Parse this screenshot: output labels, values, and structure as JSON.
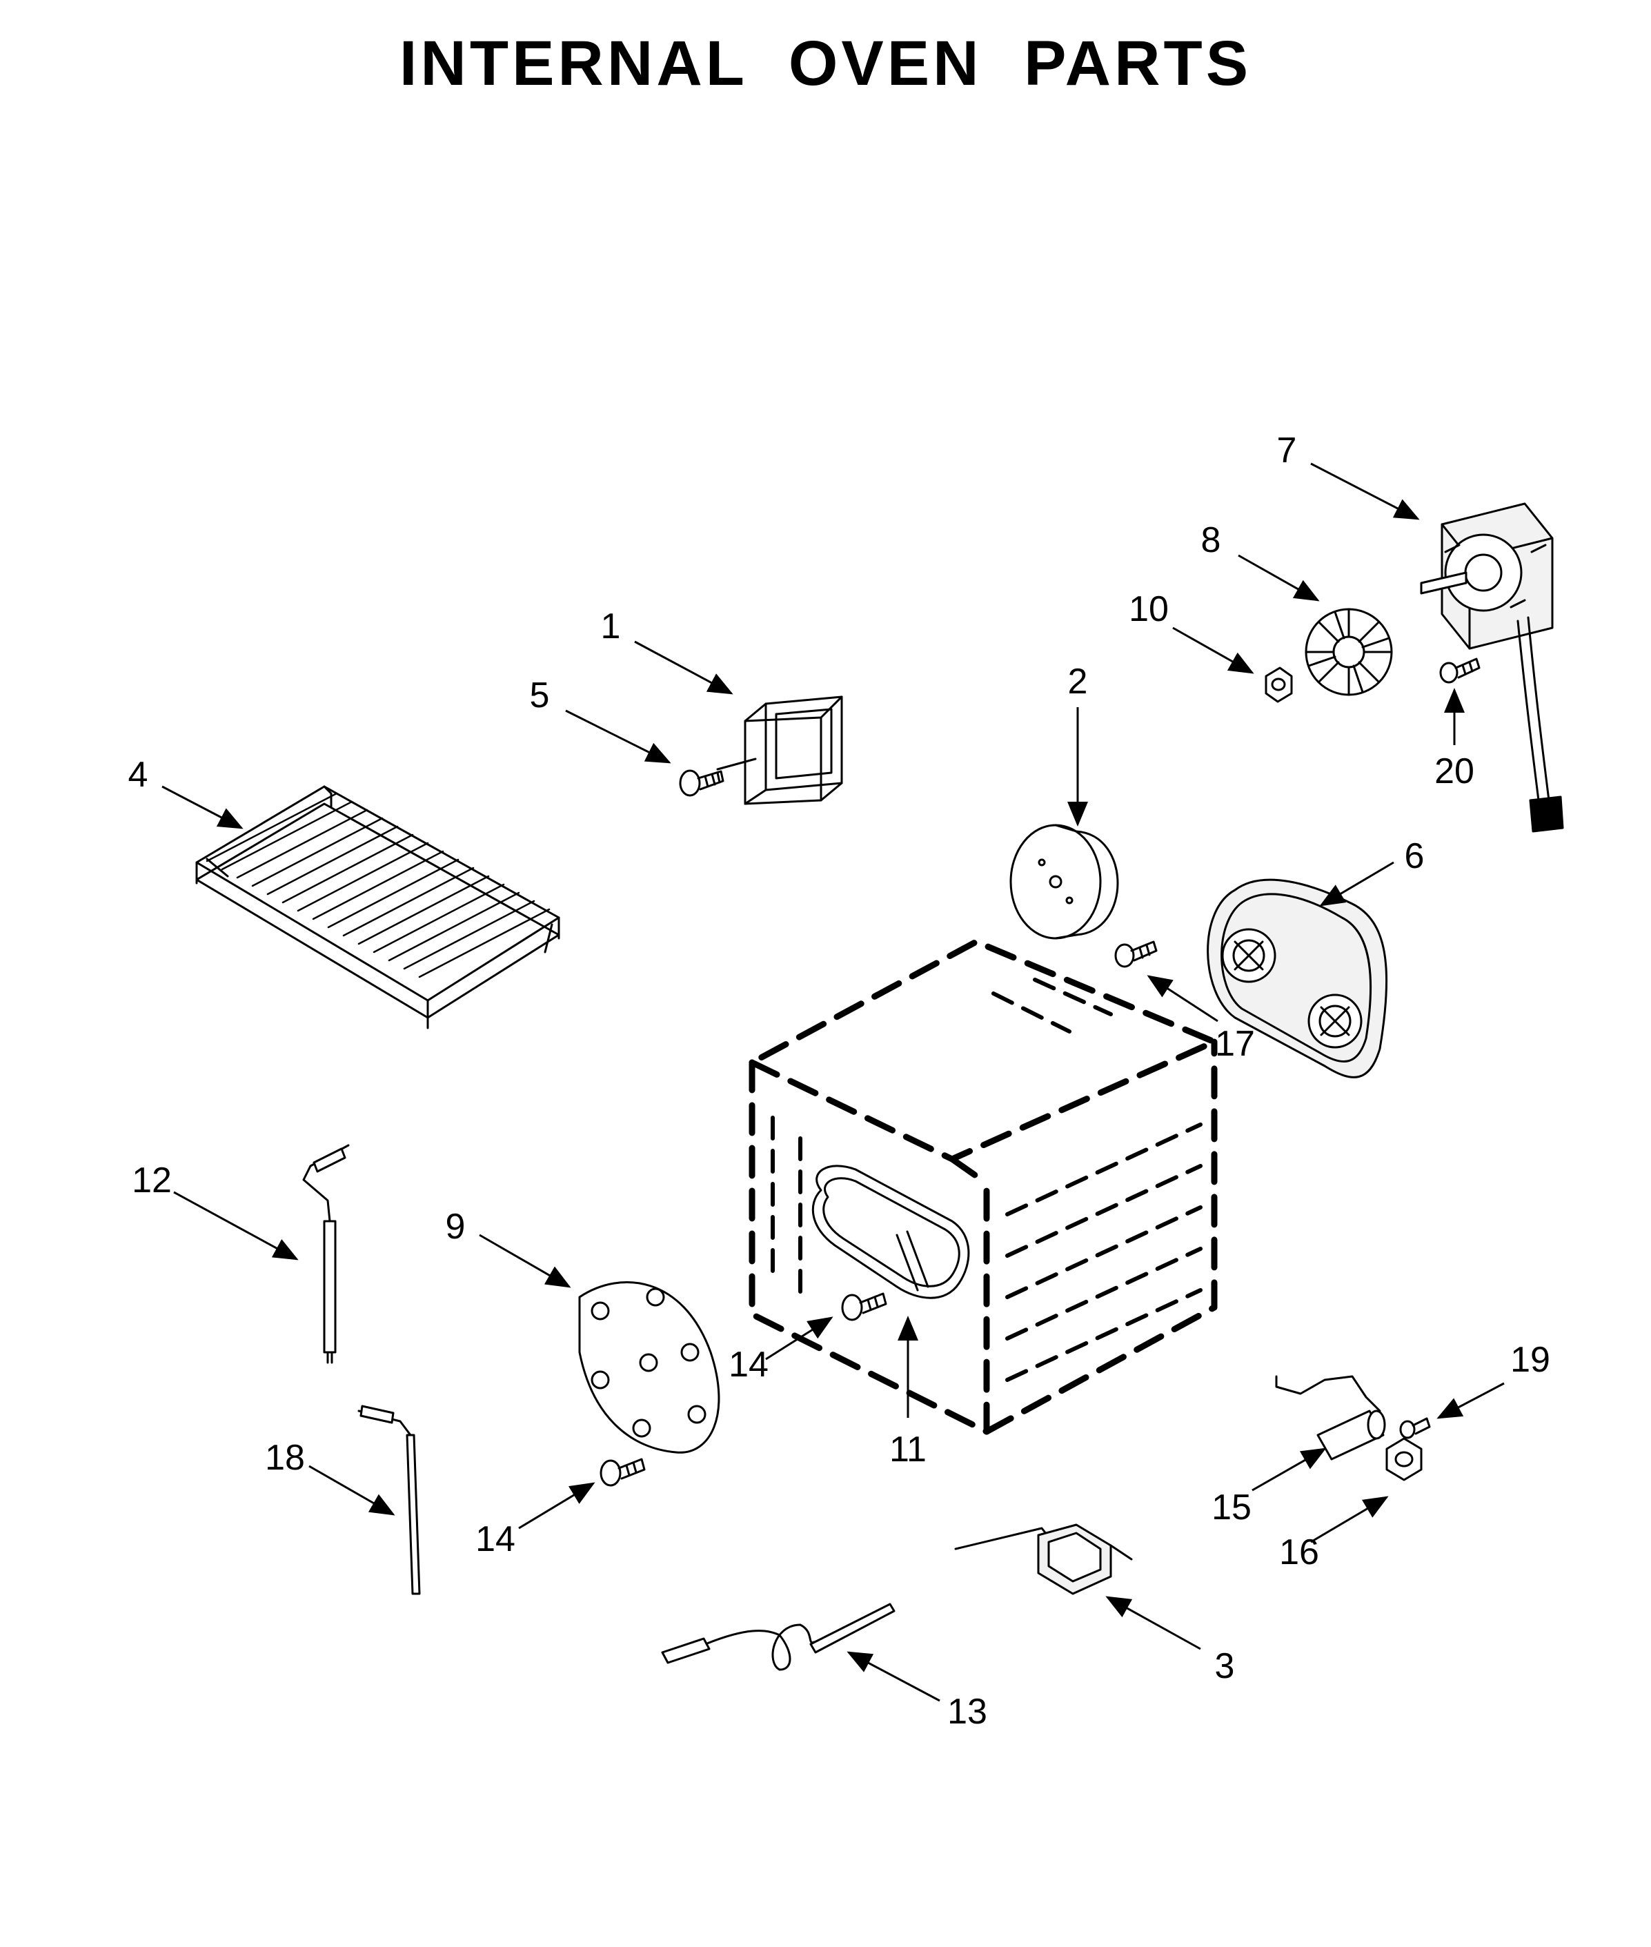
{
  "title": "INTERNAL OVEN PARTS",
  "colors": {
    "ink": "#000000",
    "background": "#ffffff",
    "part_fill": "#f2f2f2"
  },
  "callouts": [
    "1",
    "2",
    "3",
    "4",
    "5",
    "6",
    "7",
    "8",
    "9",
    "10",
    "11",
    "12",
    "13",
    "14",
    "14",
    "15",
    "16",
    "17",
    "18",
    "19",
    "20"
  ]
}
